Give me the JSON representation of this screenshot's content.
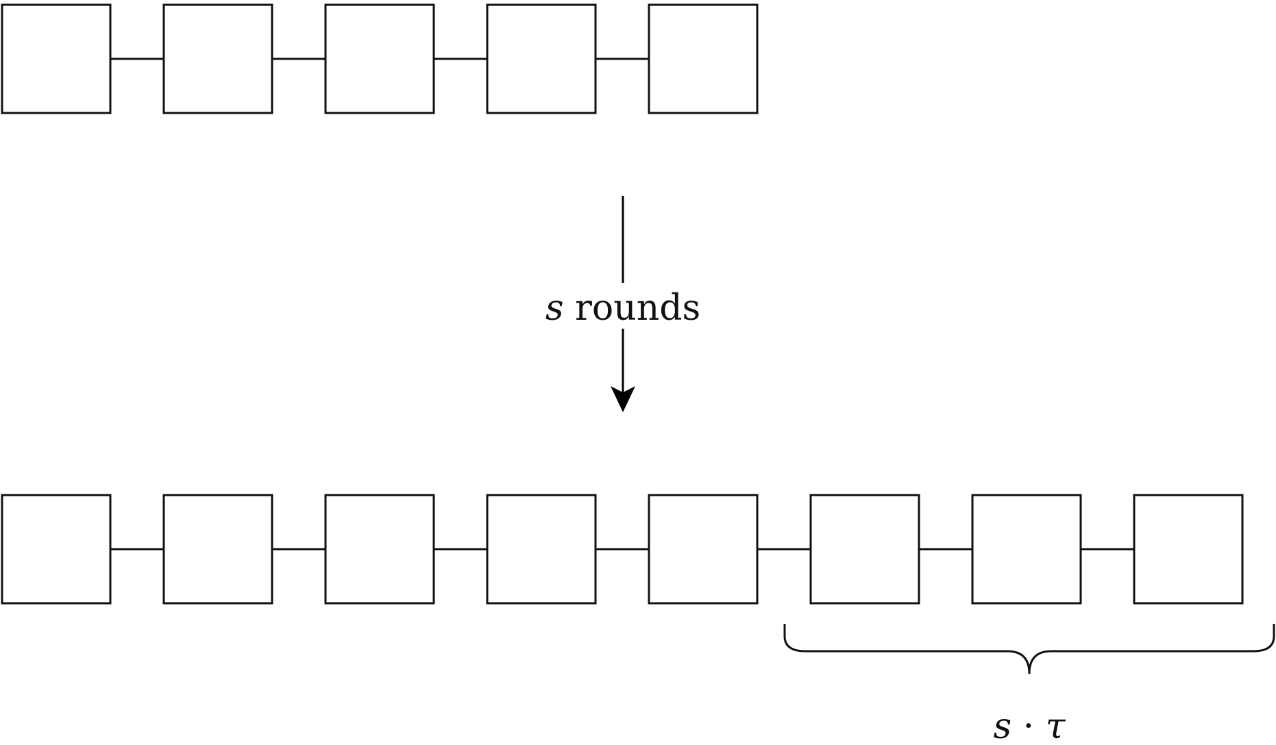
{
  "diagram": {
    "top_chain": {
      "node_count": 5
    },
    "bottom_chain": {
      "node_count": 8
    },
    "arrow": {
      "label_var": "s",
      "label_text": " rounds"
    },
    "brace": {
      "label_var1": "s",
      "label_op": " · ",
      "label_var2": "τ"
    }
  }
}
